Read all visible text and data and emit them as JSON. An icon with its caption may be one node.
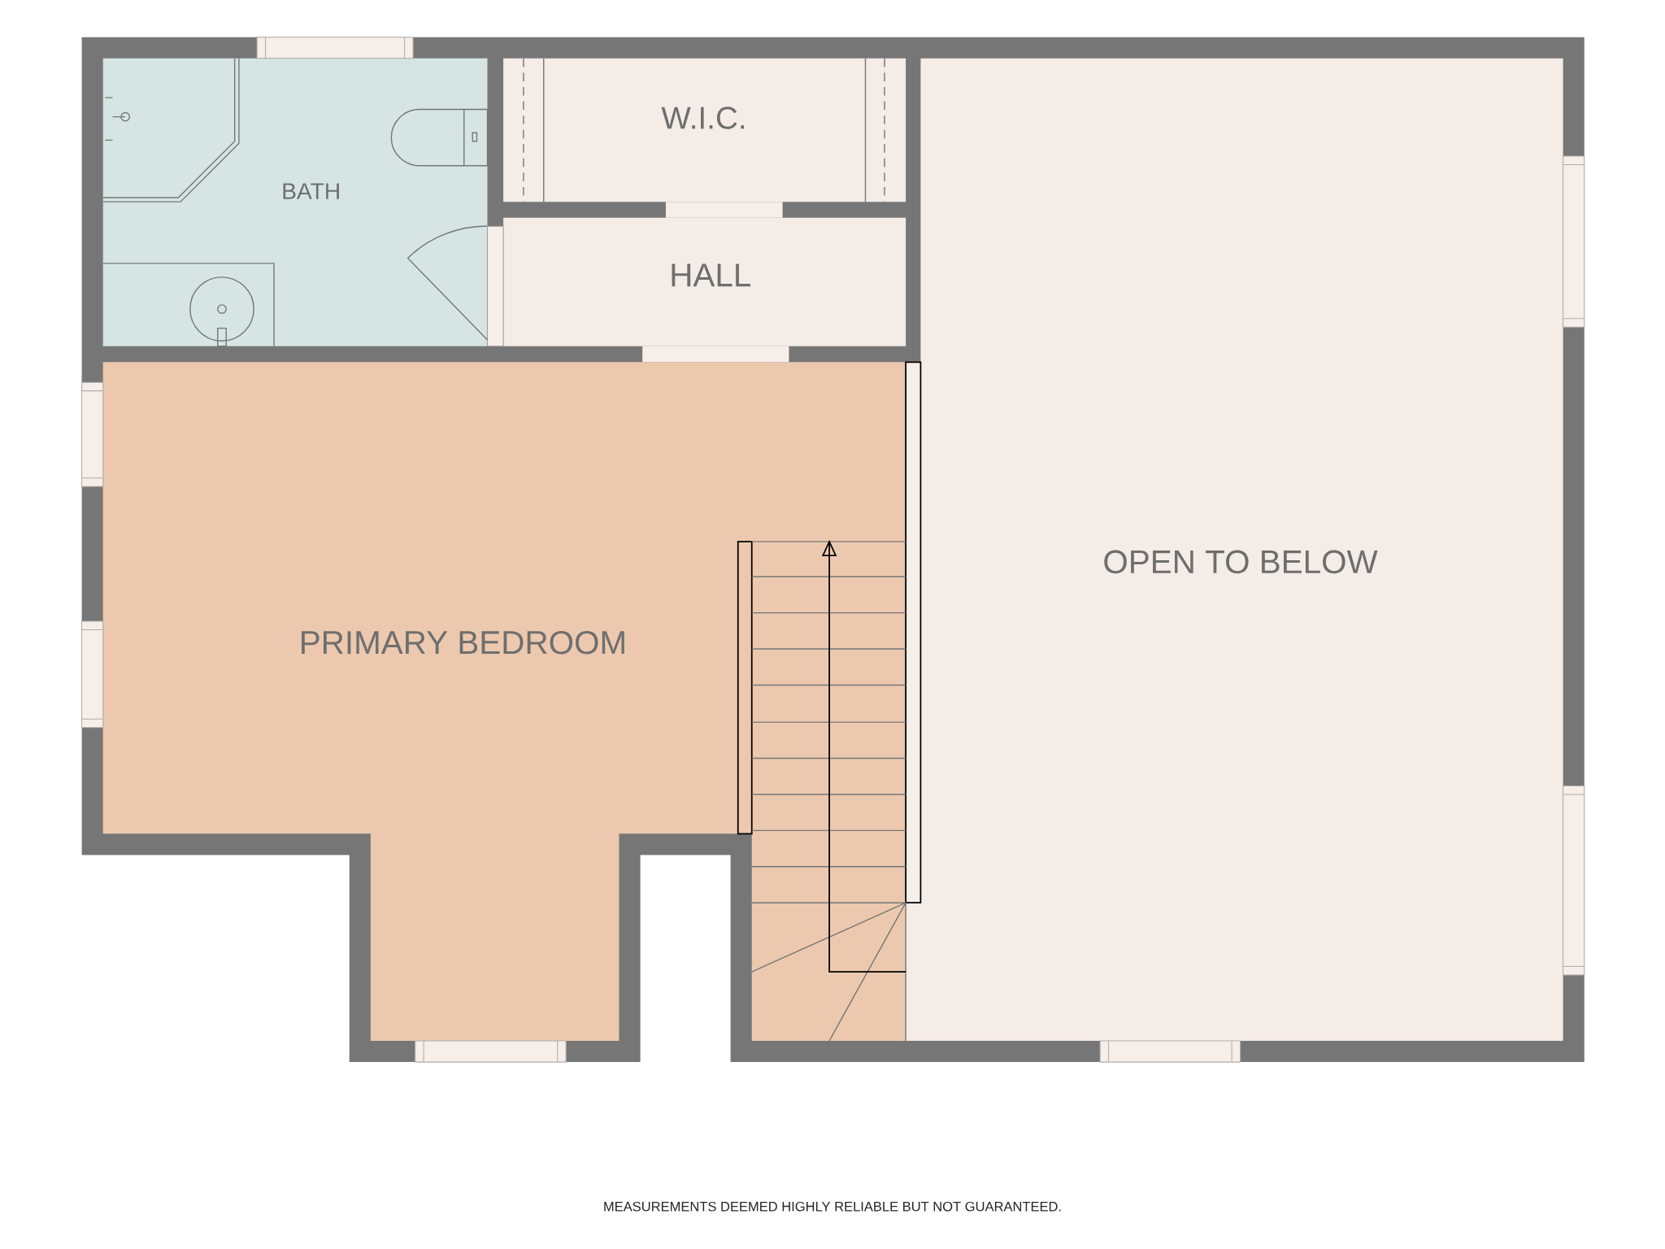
{
  "diagram": {
    "nodes": [
      {
        "text": [
          "BATH"
        ]
      },
      {
        "text": [
          "W.I.C."
        ]
      },
      {
        "text": [
          "HALL"
        ]
      },
      {
        "text": [
          "PRIMARY BEDROOM"
        ]
      },
      {
        "text": [
          "OPEN TO BELOW"
        ]
      }
    ],
    "labels": [
      "MEASUREMENTS DEEMED HIGHLY RELIABLE BUT NOT GUARANTEED."
    ]
  }
}
